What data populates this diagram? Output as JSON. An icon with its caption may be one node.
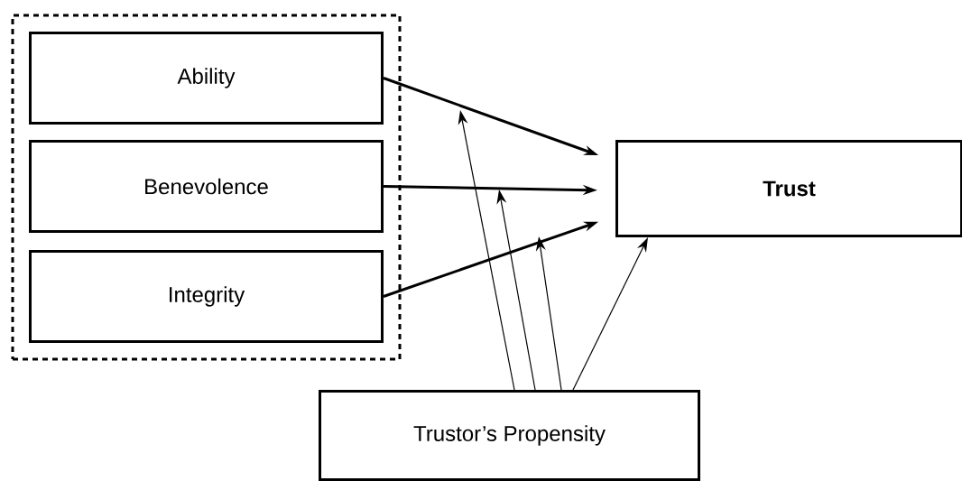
{
  "diagram": {
    "nodes": [
      {
        "text": [],
        "shape": "box"
      },
      {
        "text": [
          "Ability"
        ],
        "in": 0
      },
      {
        "text": [
          "Benevolence"
        ],
        "in": 0
      },
      {
        "text": [
          "Integrity"
        ],
        "in": 0
      },
      {
        "text": [
          "**Trust**"
        ]
      },
      {
        "text": [
          "Trustor’s Propensity"
        ]
      }
    ],
    "edges": [
      {
        "from": 1,
        "to": 4,
        "arrow": "to",
        "style": "thick"
      },
      {
        "from": 2,
        "to": 4,
        "arrow": "to",
        "style": "thick"
      },
      {
        "from": 3,
        "to": 4,
        "arrow": "to",
        "style": "thick"
      },
      {
        "from": 5,
        "to": null,
        "arrow": "to"
      },
      {
        "from": 5,
        "to": null,
        "arrow": "to"
      },
      {
        "from": 5,
        "to": null,
        "arrow": "to"
      },
      {
        "from": 5,
        "to": 4,
        "arrow": "to"
      }
    ]
  }
}
